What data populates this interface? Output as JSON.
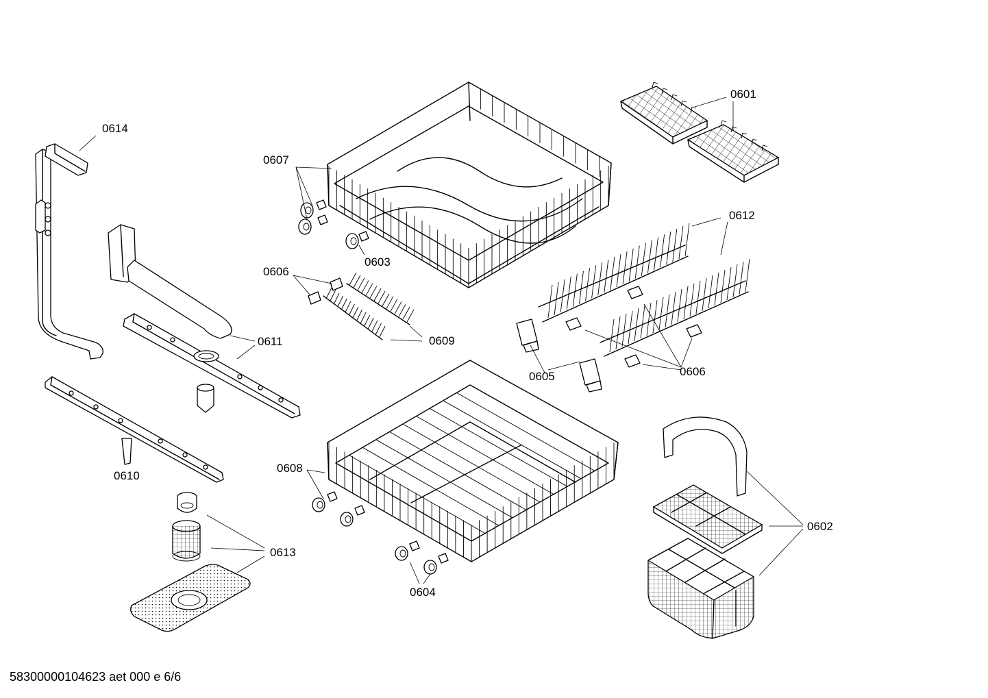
{
  "labels": {
    "p0601": "0601",
    "p0602": "0602",
    "p0603": "0603",
    "p0604": "0604",
    "p0605": "0605",
    "p0606a": "0606",
    "p0606b": "0606",
    "p0607": "0607",
    "p0608": "0608",
    "p0609": "0609",
    "p0610": "0610",
    "p0611": "0611",
    "p0612": "0612",
    "p0613": "0613",
    "p0614": "0614"
  },
  "footer": "58300000104623 aet 000 e 6/6"
}
